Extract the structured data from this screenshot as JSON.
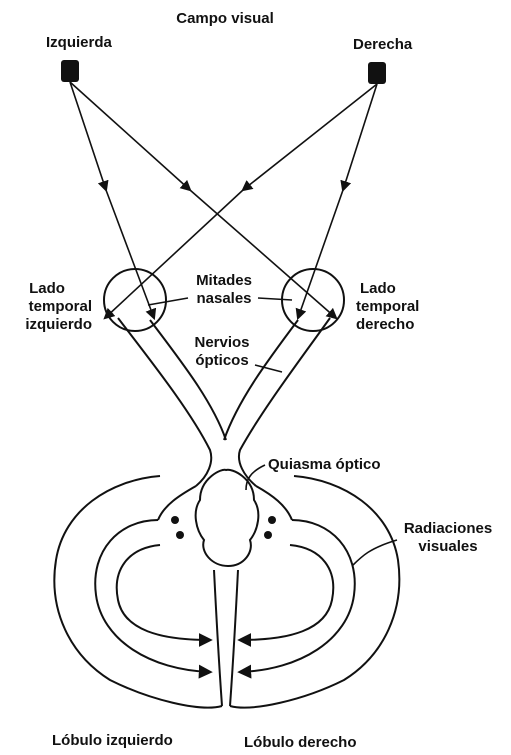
{
  "title": "Campo visual",
  "labels": {
    "left": "Izquierda",
    "right": "Derecha",
    "left_temporal": [
      "Lado",
      "temporal",
      "izquierdo"
    ],
    "right_temporal": [
      "Lado",
      "temporal",
      "derecho"
    ],
    "nasal_halves": [
      "Mitades",
      "nasales"
    ],
    "optic_nerves": [
      "Nervios",
      "ópticos"
    ],
    "chiasm": "Quiasma óptico",
    "radiations": [
      "Radiaciones",
      "visuales"
    ],
    "left_lobe": "Lóbulo izquierdo",
    "right_lobe": "Lóbulo derecho"
  }
}
